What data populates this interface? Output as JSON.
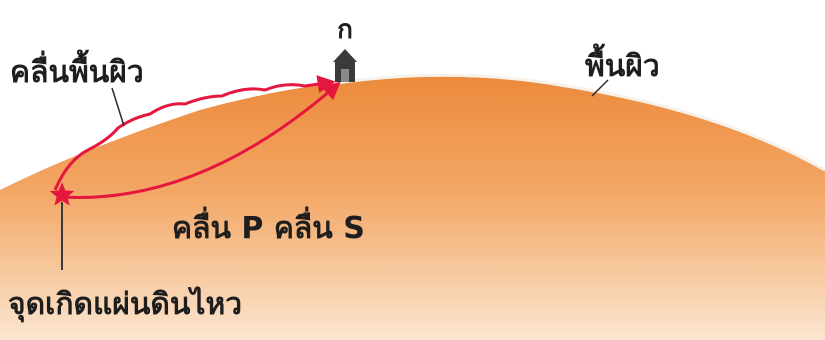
{
  "labels": {
    "station": "ก",
    "surface_wave": "คลื่นพื้นผิว",
    "surface": "พื้นผิว",
    "body_waves": "คลื่น P คลื่น S",
    "epicenter": "จุดเกิดแผ่นดินไหว"
  },
  "colors": {
    "earth_top": "#ec8a3c",
    "earth_mid": "#f3a867",
    "earth_bottom": "#fbe6d0",
    "wave": "#e5173f",
    "text": "#1e1e1e",
    "house": "#3a3a3a"
  },
  "icons": {
    "epicenter": "star-icon",
    "station": "house-icon"
  }
}
